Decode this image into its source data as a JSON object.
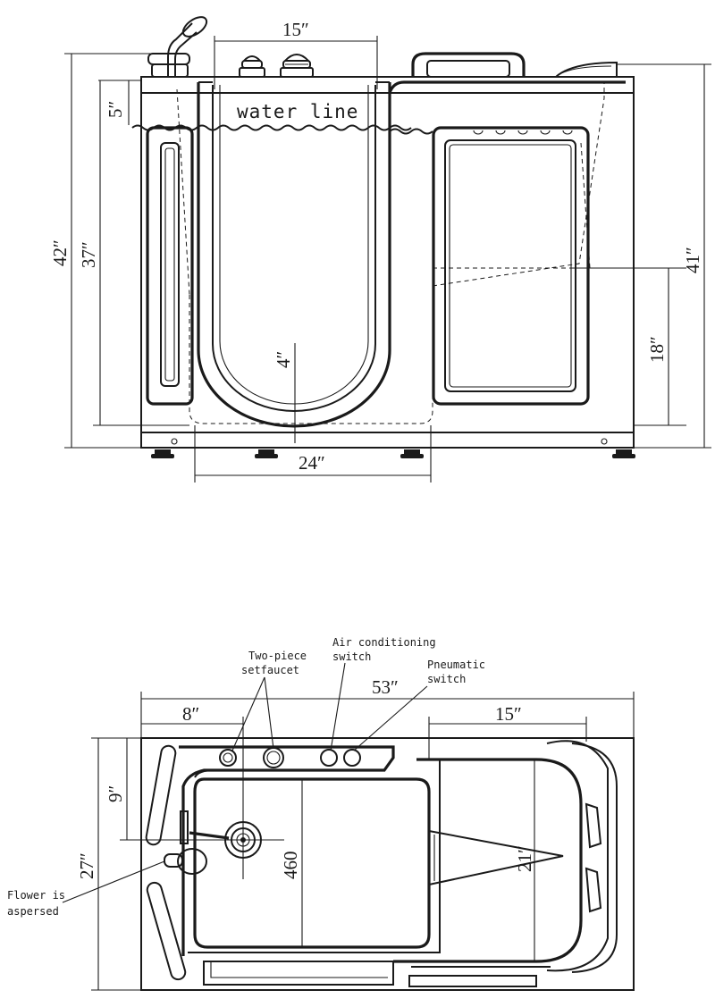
{
  "front_view": {
    "water_line_label": "water line",
    "dims": {
      "top_width": "15″",
      "water_depth": "5″",
      "overall_height": "42″",
      "inner_height": "37″",
      "right_height": "41″",
      "seat_height": "18″",
      "step_height": "4″",
      "door_width": "24″"
    }
  },
  "top_view": {
    "labels": {
      "faucet_line1": "Two-piece",
      "faucet_line2": "setfaucet",
      "ac_line1": "Air conditioning",
      "ac_line2": "switch",
      "pneumatic_line1": "Pneumatic",
      "pneumatic_line2": "switch",
      "flower_line1": "Flower is",
      "flower_line2": "aspersed"
    },
    "dims": {
      "overall_length": "53″",
      "left_offset": "8″",
      "right_seat": "15″",
      "faucet_offset": "9″",
      "overall_width": "27″",
      "basin_depth": "460",
      "seat_depth": "21″"
    }
  }
}
